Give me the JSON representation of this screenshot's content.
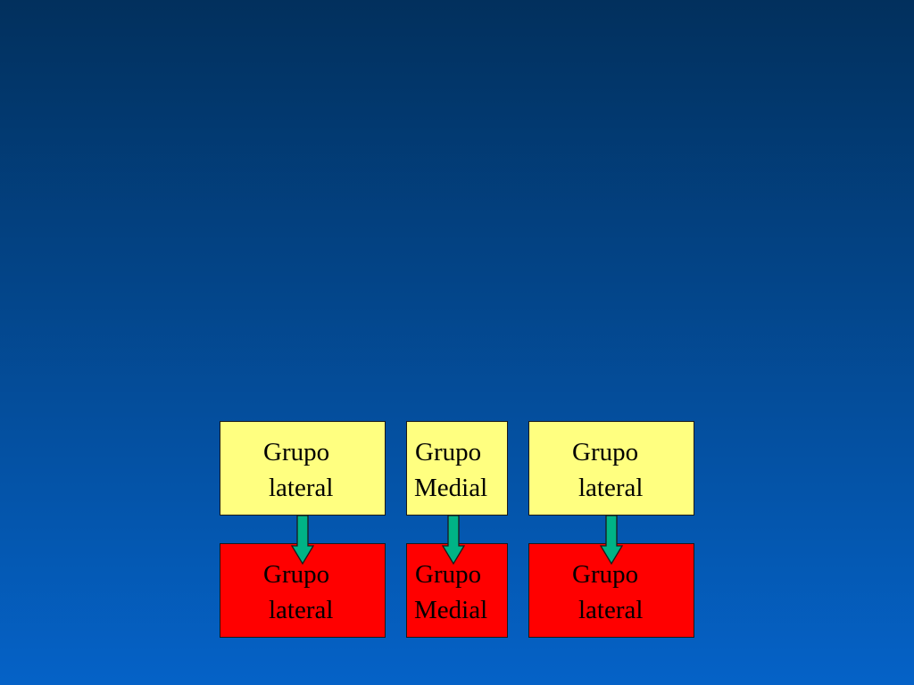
{
  "diagram": {
    "top_row": [
      {
        "line1": "Grupo",
        "line2": "lateral"
      },
      {
        "line1": "Grupo",
        "line2": "Medial"
      },
      {
        "line1": "Grupo",
        "line2": "lateral"
      }
    ],
    "bottom_row": [
      {
        "line1": "Grupo",
        "line2": "lateral"
      },
      {
        "line1": "Grupo",
        "line2": "Medial"
      },
      {
        "line1": "Grupo",
        "line2": "lateral"
      }
    ],
    "colors": {
      "top_box": "#ffff80",
      "bottom_box": "#ff0000",
      "arrow": "#00b386"
    }
  }
}
